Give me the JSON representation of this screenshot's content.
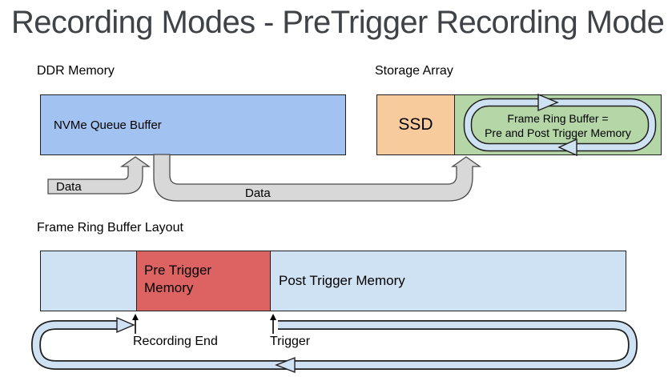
{
  "title": "Recording Modes - PreTrigger Recording Mode",
  "ddr": {
    "label": "DDR Memory",
    "buffer_label": "NVMe Queue Buffer"
  },
  "storage": {
    "label": "Storage Array",
    "ssd_label": "SSD",
    "ring_caption_line1": "Frame Ring Buffer =",
    "ring_caption_line2": "Pre and Post Trigger Memory"
  },
  "data_flow": {
    "left_label": "Data",
    "right_label": "Data"
  },
  "ring_layout": {
    "label": "Frame Ring Buffer Layout",
    "pre_trigger_label": "Pre Trigger Memory",
    "post_trigger_label": "Post Trigger Memory",
    "recording_end_label": "Recording End",
    "trigger_label": "Trigger"
  },
  "colors": {
    "title_text": "#3f4347",
    "outline": "#1f1f1f",
    "nvme_blue": "#a2c3f1",
    "ssd_orange": "#f8cb9d",
    "ring_green": "#b5d7a8",
    "light_blue": "#cfe2f3",
    "pre_trigger_red": "#dc6362",
    "pipe_gray": "#d8d8d8",
    "pipe_outline": "#4a4a4a"
  }
}
